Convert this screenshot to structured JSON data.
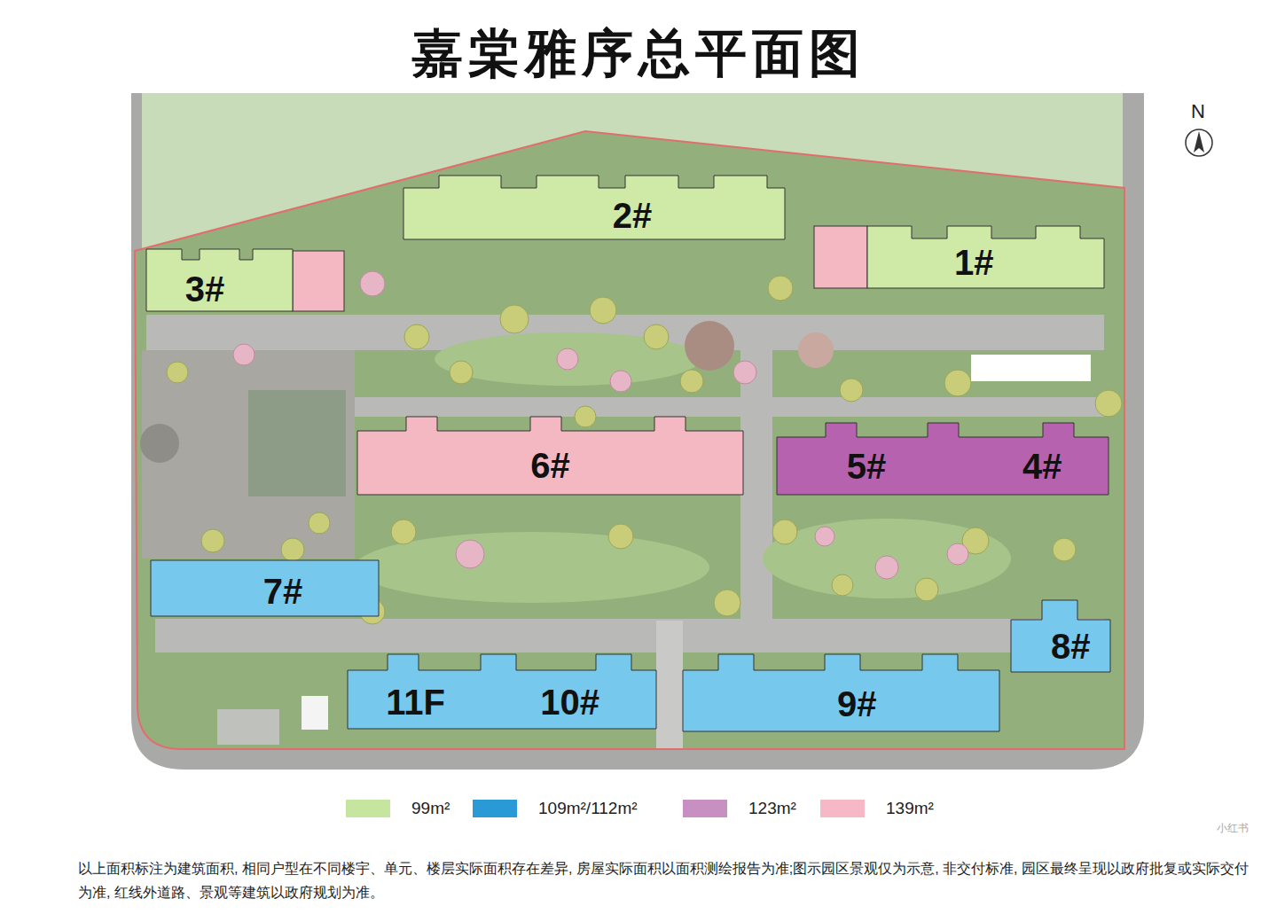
{
  "diagram": {
    "title": "嘉棠雅序总平面图",
    "caption": "以上面积标注为建筑面积, 相同户型在不同楼宇、单元、楼层实际面积存在差异, 房屋实际面积以面积测绘报告为准;图示园区景观仅为示意, 非交付标准, 园区最终呈现以政府批复或实际交付为准, 红线外道路、景观等建筑以政府规划为准。",
    "nodes": [
      {
        "text": [
          "2#"
        ]
      },
      {
        "text": [
          "3#"
        ]
      },
      {
        "text": [
          "1#"
        ]
      },
      {
        "text": [
          "6#"
        ]
      },
      {
        "text": [
          "5#",
          "4#"
        ]
      },
      {
        "text": [
          "7#"
        ]
      },
      {
        "text": [
          "8#"
        ]
      },
      {
        "text": [
          "11F",
          "10#"
        ]
      },
      {
        "text": [
          "9#"
        ]
      }
    ],
    "labels": [
      "N",
      "小红书"
    ],
    "legend": [
      {
        "text": "99m²",
        "color": "#c6e6a0"
      },
      {
        "text": "109m²/112m²",
        "color": "#2a9ad6"
      },
      {
        "text": "123m²",
        "color": "#c88fc3"
      },
      {
        "text": "139m²",
        "color": "#f5b8c4"
      }
    ]
  }
}
